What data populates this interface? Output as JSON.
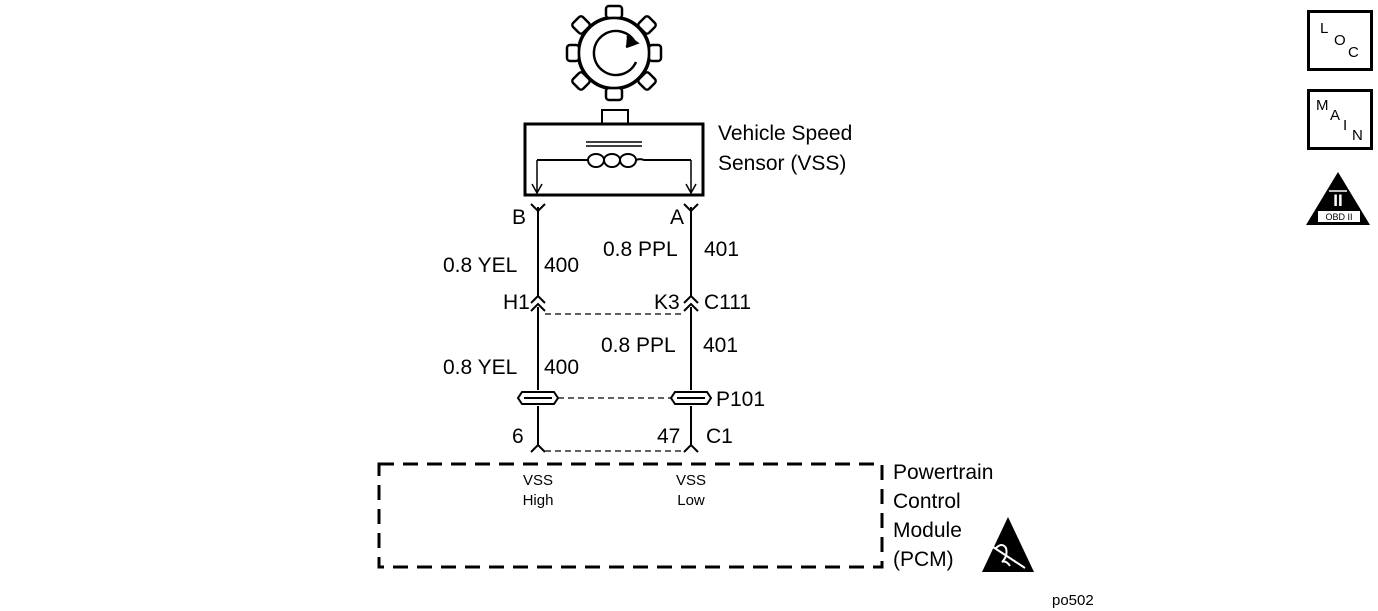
{
  "sensor": {
    "name_line1": "Vehicle Speed",
    "name_line2": "Sensor (VSS)",
    "pin_b": "B",
    "pin_a": "A"
  },
  "wires": {
    "left_upper_gauge": "0.8 YEL",
    "left_upper_circuit": "400",
    "right_upper_gauge": "0.8 PPL",
    "right_upper_circuit": "401",
    "left_lower_gauge": "0.8 YEL",
    "left_lower_circuit": "400",
    "right_lower_gauge": "0.8 PPL",
    "right_lower_circuit": "401"
  },
  "connectors": {
    "c111_left_pin": "H1",
    "c111_right_pin": "K3",
    "c111_name": "C111",
    "p101_name": "P101",
    "pcm_left_pin": "6",
    "pcm_right_pin": "47",
    "pcm_connector": "C1"
  },
  "pcm": {
    "line1": "Powertrain",
    "line2": "Control",
    "line3": "Module",
    "line4": "(PCM)",
    "vss_high_line1": "VSS",
    "vss_high_line2": "High",
    "vss_low_line1": "VSS",
    "vss_low_line2": "Low"
  },
  "icons": {
    "loc_l": "L",
    "loc_o": "O",
    "loc_c": "C",
    "main_m": "M",
    "main_a": "A",
    "main_i": "I",
    "main_n": "N",
    "obd_symbol": "II",
    "obd_text": "OBD II"
  },
  "figure_id": "po502"
}
